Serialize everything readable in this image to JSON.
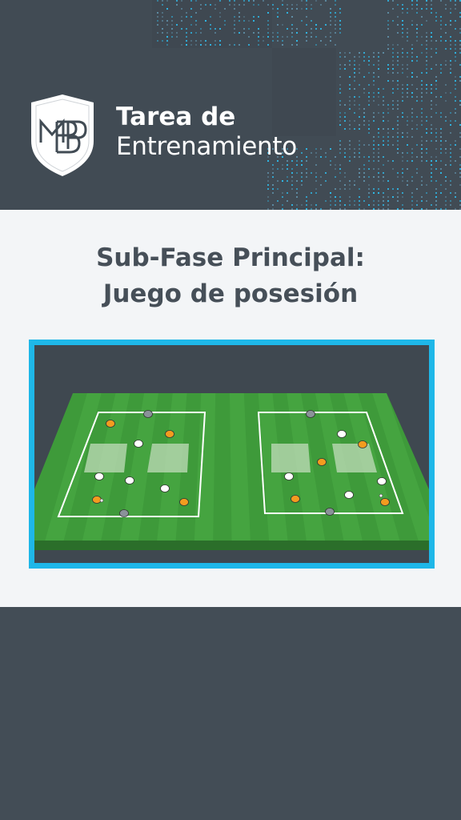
{
  "header": {
    "logo_letters": "MBP",
    "title_line1": "Tarea de",
    "title_line2": "Entrenamiento"
  },
  "main": {
    "subtitle_line1": "Sub-Fase Principal:",
    "subtitle_line2": "Juego de posesión"
  },
  "diagram": {
    "field_color": "#3e9a3a",
    "frame_color": "#1eb7e8",
    "team_colors": {
      "orange": "#f39c1f",
      "white": "#ffffff",
      "neutral": "#8a9299"
    }
  }
}
